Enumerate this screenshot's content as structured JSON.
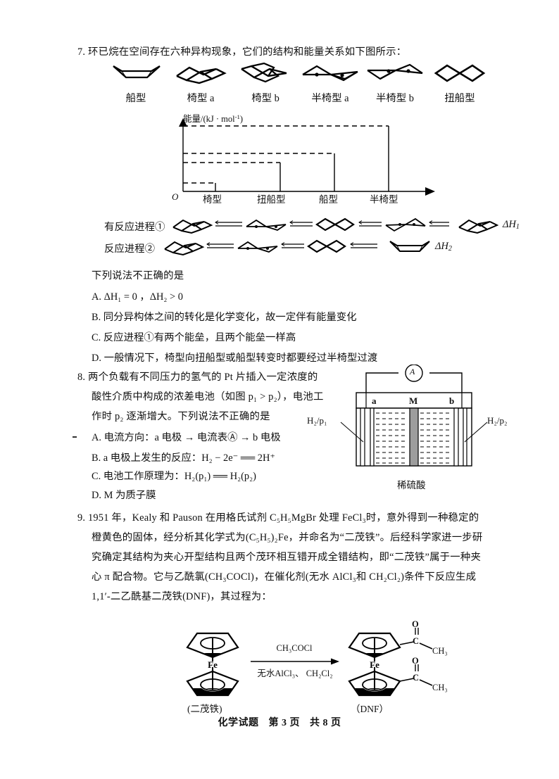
{
  "document": {
    "footer": {
      "subject": "化学试题",
      "page": "第 3 页",
      "total": "共 8 页"
    }
  },
  "q7": {
    "number": "7.",
    "stem": "环已烷在空间存在六种异构现象，它们的结构和能量关系如下图所示：",
    "conformers": [
      {
        "id": "boat",
        "label": "船型",
        "shape": "boat"
      },
      {
        "id": "chair-a",
        "label": "椅型 a",
        "shape": "chair"
      },
      {
        "id": "chair-b",
        "label": "椅型 b",
        "shape": "chair2"
      },
      {
        "id": "halfchair-a",
        "label": "半椅型 a",
        "shape": "halfchair"
      },
      {
        "id": "halfchair-b",
        "label": "半椅型 b",
        "shape": "halfchair2"
      },
      {
        "id": "twistboat",
        "label": "扭船型",
        "shape": "twistboat"
      }
    ],
    "chart_data": {
      "type": "bar",
      "title": "",
      "ylabel": "能量/(kJ · mol",
      "ylabel_sup": "-1",
      "ylabel_tail": ")",
      "xlabel": "",
      "origin_label": "O",
      "categories": [
        "椅型",
        "扭船型",
        "船型",
        "半椅型"
      ],
      "values": [
        12,
        52,
        68,
        112
      ],
      "ylim": [
        0,
        120
      ],
      "grid": false,
      "legend": "none",
      "note": "能级用虚线水平线与实线竖线表示，能量由低到高：椅型 < 扭船型 < 船型 < 半椅型"
    },
    "processes": [
      {
        "id": "p1",
        "prefix": "有反应进程①",
        "dh": "ΔH",
        "dh_sub": "1",
        "sequence": [
          "chair",
          "halfchair",
          "twistboat",
          "halfchair",
          "chair"
        ]
      },
      {
        "id": "p2",
        "prefix": "反应进程②",
        "dh": "ΔH",
        "dh_sub": "2",
        "sequence": [
          "chair",
          "halfchair",
          "twistboat",
          "boat"
        ]
      }
    ],
    "prompt": "下列说法不正确的是",
    "options": [
      {
        "key": "A.",
        "text_pre": "Δ",
        "text": "H",
        "sub": "1",
        "text2": " = 0  ，Δ",
        "text3": "H",
        "sub2": "2",
        "text4": " > 0",
        "plain": "A. ΔH₁ = 0 ，ΔH₂ > 0"
      },
      {
        "key": "B.",
        "plain": "B. 同分异构体之间的转化是化学变化，故一定伴有能量变化"
      },
      {
        "key": "C.",
        "plain": "C. 反应进程①有两个能垒，且两个能垒一样高"
      },
      {
        "key": "D.",
        "plain": "D. 一般情况下，椅型向扭船型或船型转变时都要经过半椅型过渡"
      }
    ]
  },
  "q8": {
    "number": "8.",
    "lines": [
      "两个负载有不同压力的氢气的 Pt 片插入一定浓度的",
      "酸性介质中构成的浓差电池（如图 p₁ > p₂），电池工",
      "作时 p₂ 逐渐增大。下列说法不正确的是"
    ],
    "options": [
      "A. 电流方向：a 电极 → 电流表Ⓐ → b 电极",
      "B. a 电极上发生的反应：H₂ − 2e⁻ ══ 2H⁺",
      "C. 电池工作原理为：H₂(p₁) ══ H₂(p₂)",
      "D. M 为质子膜"
    ],
    "diagram": {
      "ammeter": "A",
      "electrode_a": "a",
      "membrane": "M",
      "electrode_b": "b",
      "left_gas": "H₂/p₁",
      "right_gas": "H₂/p₂",
      "electrolyte": "稀硫酸"
    }
  },
  "q9": {
    "number": "9.",
    "lines": [
      "1951 年，Kealy 和 Pauson 在用格氏试剂 C₅H₅MgBr 处理 FeCl₃时，意外得到一种稳定的",
      "橙黄色的固体，经分析其化学式为(C₅H₅)₂Fe，并命名为“二茂铁”。后经科学家进一步研",
      "究确定其结构为夹心开型结构且两个茂环相互错开成全错结构，即“二茂铁”属于一种夹",
      "心 π 配合物。它与乙酰氯(CH₃COCl)，在催化剂(无水 AlCl₃和 CH₂Cl₂)条件下反应生成",
      "1,1′-二乙酰基二茂铁(DNF)，其过程为："
    ],
    "scheme": {
      "reactant_metal": "Fe",
      "reactant_name": "(二茂铁)",
      "condition_top": "CH₃COCl",
      "condition_bottom": "无水AlCl₃、 CH₂Cl₂",
      "product_metal": "Fe",
      "product_name": "（DNF）",
      "product_atoms": {
        "o": "O",
        "c": "C",
        "ch3": "CH₃"
      }
    }
  }
}
